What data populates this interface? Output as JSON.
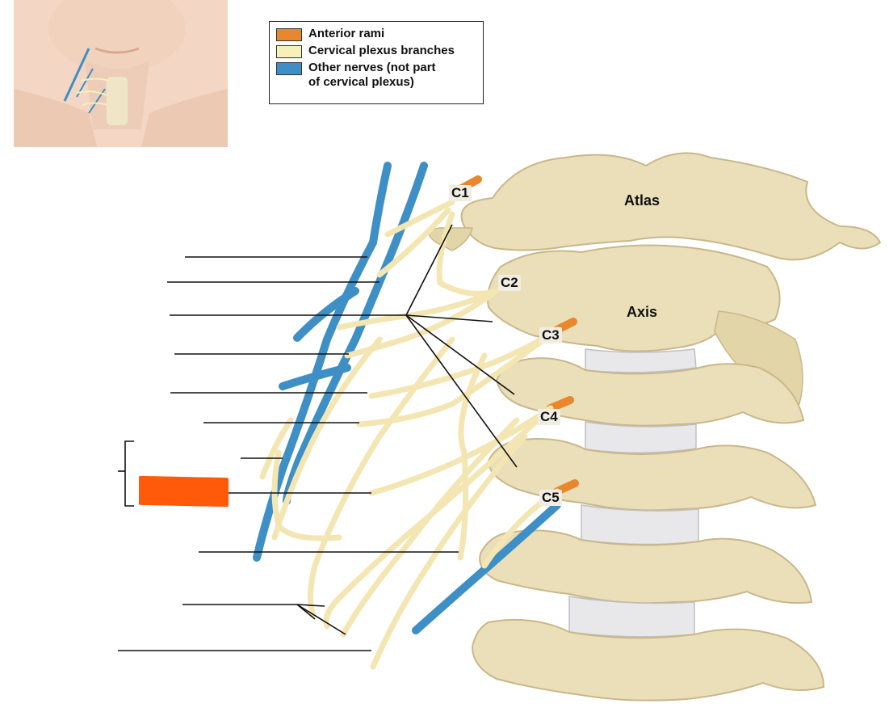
{
  "legend": {
    "items": [
      {
        "label": "Anterior rami",
        "color": "#e8872e"
      },
      {
        "label": "Cervical plexus branches",
        "color": "#f6f1b8"
      },
      {
        "label": "Other nerves (not part",
        "label2": "of cervical plexus)",
        "color": "#3d8fc6"
      }
    ]
  },
  "labels": {
    "atlas": "Atlas",
    "axis": "Axis",
    "c1": "C1",
    "c2": "C2",
    "c3": "C3",
    "c4": "C4",
    "c5": "C5"
  },
  "colors": {
    "bone": "#eadfb8",
    "bone_shadow": "#c9b78a",
    "disc": "#e8e8ea",
    "nerve": "#f3e6b2",
    "blue_nerve": "#3d8fc6",
    "ramus": "#e8872e",
    "redaction": "#ff5a0a"
  }
}
